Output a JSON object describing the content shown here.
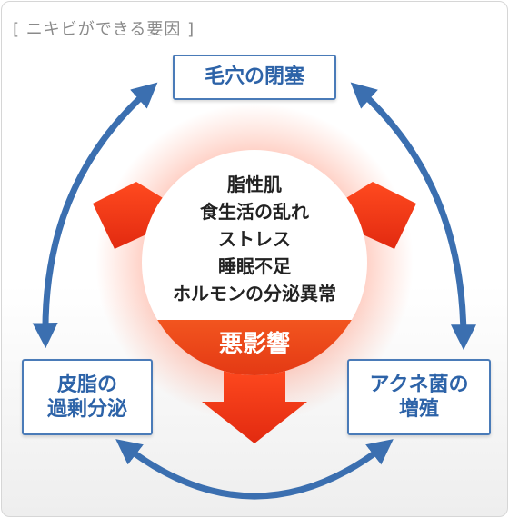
{
  "header": {
    "title": "[ ニキビができる要因 ]"
  },
  "factors": {
    "top": "毛穴の閉塞",
    "left_line1": "皮脂の",
    "left_line2": "過剰分泌",
    "right_line1": "アクネ菌の",
    "right_line2": "増殖"
  },
  "causes": [
    "脂性肌",
    "食生活の乱れ",
    "ストレス",
    "睡眠不足",
    "ホルモンの分泌異常"
  ],
  "center_label": "悪影響",
  "colors": {
    "cycle_arrow": "#3b6fb0",
    "box_border": "#4a7bb8",
    "box_text": "#2d63a8",
    "red_arrow": "#e83a1c",
    "glow": "#ff3b1a",
    "banner": "#f0431e"
  }
}
